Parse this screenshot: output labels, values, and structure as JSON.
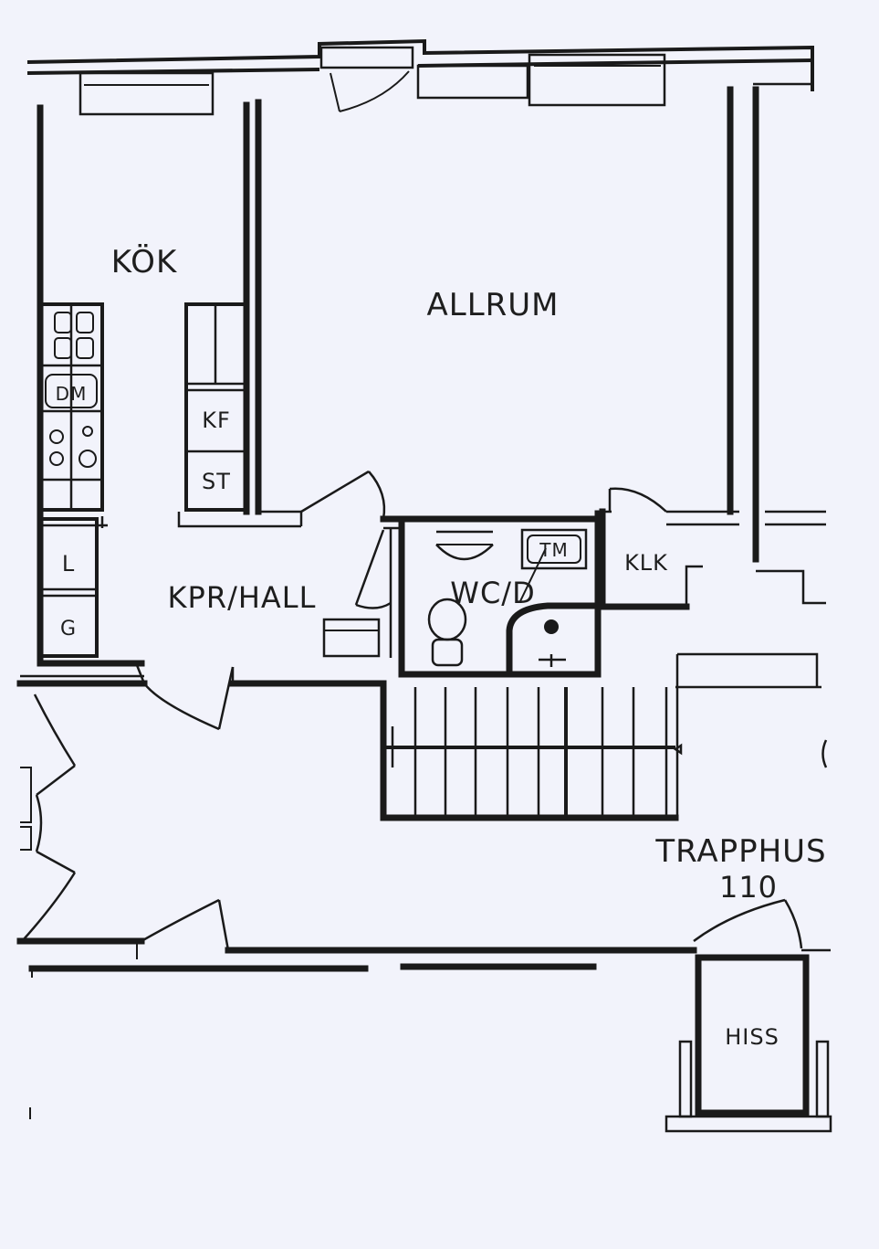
{
  "rooms": {
    "kok": "KÖK",
    "allrum": "ALLRUM",
    "kpr_hall": "KPR/HALL",
    "wc_d": "WC/D",
    "klk": "KLK",
    "trapphus": "TRAPPHUS",
    "trapphus_number": "110",
    "hiss": "HISS"
  },
  "fixtures": {
    "dm": "DM",
    "kf": "KF",
    "st": "ST",
    "l": "L",
    "g": "G",
    "tm": "TM"
  }
}
